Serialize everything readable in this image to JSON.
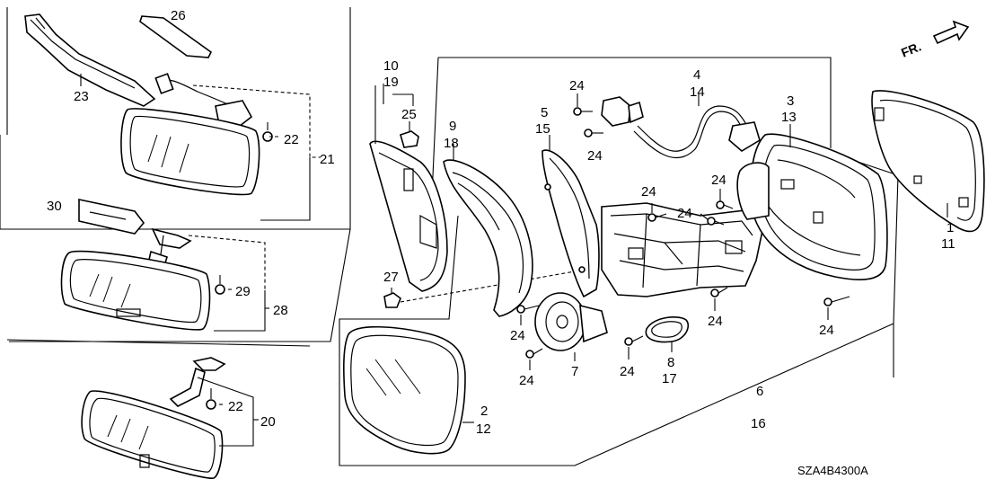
{
  "diagram": {
    "callouts": [
      {
        "id": "c26",
        "text": "26"
      },
      {
        "id": "c23",
        "text": "23"
      },
      {
        "id": "c22a",
        "text": "22"
      },
      {
        "id": "c21",
        "text": "21"
      },
      {
        "id": "c30",
        "text": "30"
      },
      {
        "id": "c29",
        "text": "29"
      },
      {
        "id": "c28",
        "text": "28"
      },
      {
        "id": "c22b",
        "text": "22"
      },
      {
        "id": "c20",
        "text": "20"
      },
      {
        "id": "c10",
        "text": "10"
      },
      {
        "id": "c19",
        "text": "19"
      },
      {
        "id": "c25",
        "text": "25"
      },
      {
        "id": "c27",
        "text": "27"
      },
      {
        "id": "c9",
        "text": "9"
      },
      {
        "id": "c18",
        "text": "18"
      },
      {
        "id": "c5",
        "text": "5"
      },
      {
        "id": "c15",
        "text": "15"
      },
      {
        "id": "c24a",
        "text": "24"
      },
      {
        "id": "c24b",
        "text": "24"
      },
      {
        "id": "c4",
        "text": "4"
      },
      {
        "id": "c14",
        "text": "14"
      },
      {
        "id": "c3",
        "text": "3"
      },
      {
        "id": "c13",
        "text": "13"
      },
      {
        "id": "c24c",
        "text": "24"
      },
      {
        "id": "c24d",
        "text": "24"
      },
      {
        "id": "c24e",
        "text": "24"
      },
      {
        "id": "c24f",
        "text": "24"
      },
      {
        "id": "c24g",
        "text": "24"
      },
      {
        "id": "c24h",
        "text": "24"
      },
      {
        "id": "c24i",
        "text": "24"
      },
      {
        "id": "c24j",
        "text": "24"
      },
      {
        "id": "c7",
        "text": "7"
      },
      {
        "id": "c8",
        "text": "8"
      },
      {
        "id": "c17",
        "text": "17"
      },
      {
        "id": "c6",
        "text": "6"
      },
      {
        "id": "c16",
        "text": "16"
      },
      {
        "id": "c2",
        "text": "2"
      },
      {
        "id": "c12",
        "text": "12"
      },
      {
        "id": "c1",
        "text": "1"
      },
      {
        "id": "c11",
        "text": "11"
      }
    ],
    "direction_label": "FR.",
    "diagram_code": "SZA4B4300A"
  }
}
